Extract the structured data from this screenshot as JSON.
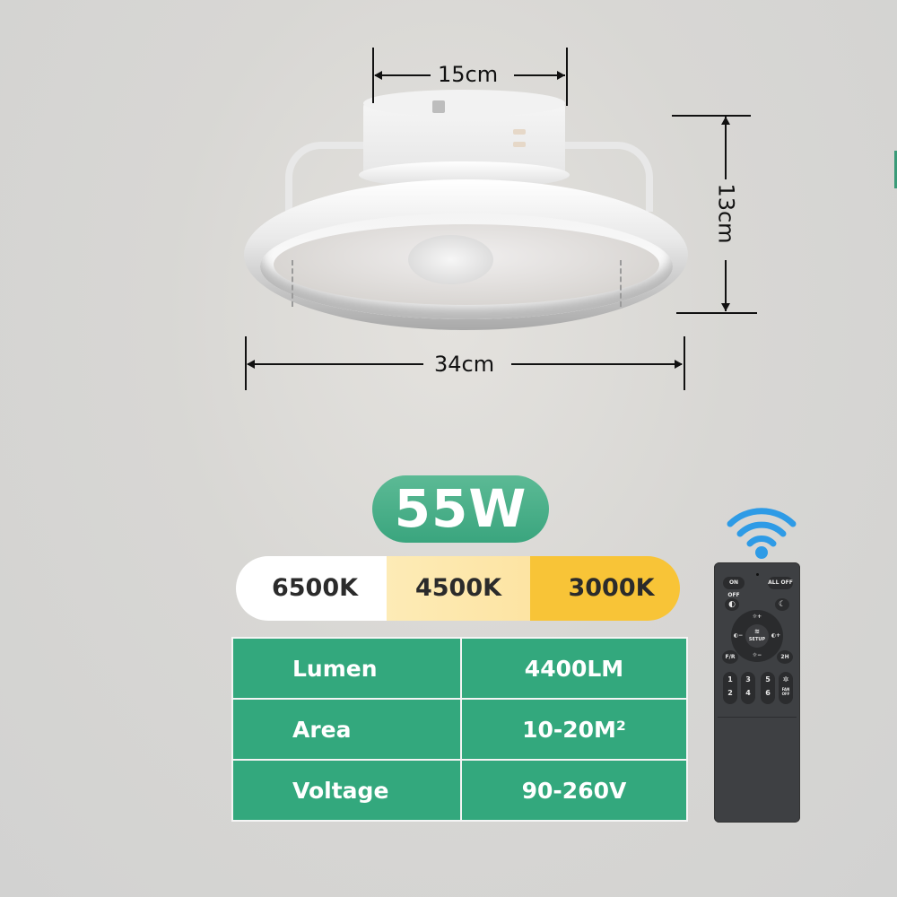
{
  "dimensions": {
    "top_width": "15cm",
    "height": "13cm",
    "diameter": "34cm"
  },
  "power": {
    "wattage": "55W"
  },
  "color_temperatures": [
    {
      "label": "6500K",
      "color": "#ffffff"
    },
    {
      "label": "4500K",
      "color": "#fde6a8"
    },
    {
      "label": "3000K",
      "color": "#f8c437"
    }
  ],
  "specs": {
    "rows": [
      {
        "key": "Lumen",
        "value": "4400LM"
      },
      {
        "key": "Area",
        "value": "10-20M²"
      },
      {
        "key": "Voltage",
        "value": "90-260V"
      }
    ]
  },
  "remote": {
    "buttons": {
      "light_on_off": "ON OFF",
      "all_off": "ALL OFF",
      "setup": "SETUP",
      "fr": "F/R",
      "timer_2h": "2H",
      "speed_1": "1",
      "speed_2": "2",
      "speed_3": "3",
      "speed_4": "4",
      "speed_5": "5",
      "speed_6": "6",
      "fan_off": "FAN OFF",
      "bright_up": "☼+",
      "bright_down": "☼−",
      "cct_left": "◐−",
      "cct_right": "◐+"
    }
  },
  "colors": {
    "accent_green": "#33a87d",
    "wifi_blue": "#2e9be6",
    "remote_body": "#3e4043"
  }
}
